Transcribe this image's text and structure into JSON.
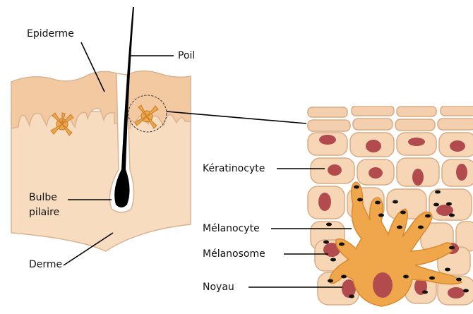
{
  "labels": {
    "epiderme": "Epiderme",
    "poil": "Poil",
    "bulbe_line1": "Bulbe",
    "bulbe_line2": "pilaire",
    "derme": "Derme",
    "keratinocyte": "Kératinocyte",
    "melanocyte": "Mélanocyte",
    "melanosome": "Mélanosome",
    "noyau": "Noyau"
  },
  "colors": {
    "epidermis": "#f2c9a0",
    "dermis": "#f8dcc0",
    "cell_fill": "#f6d6b5",
    "cell_stroke": "#d8ab84",
    "nucleus": "#b24b4e",
    "melanocyte": "#f0a64a",
    "melanosome": "#111111",
    "hair": "#000000",
    "line": "#000000"
  }
}
